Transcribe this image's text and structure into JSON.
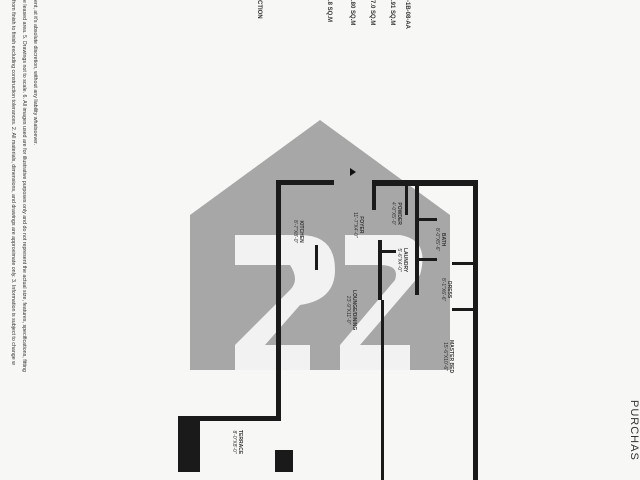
{
  "disclaimer": {
    "lines": [
      "from finish to finish excluding construction tolerances. 2. All materials, dimensions, and drawings are approximate only. 3. Information is subject to change w",
      "e leased area. 5. Drawings not to scale. 6. All images used are for illustrative purposes only and do not represent the actual size, features, specifications, fitting",
      "ent, at it's absolute discretion, without any liability whatsoever."
    ]
  },
  "header": {
    "section_label": "CTION",
    "unit_code": "-1B-08-AA",
    "areas": [
      ".80 SQ.M",
      ".8 SQ.M",
      "7.0 SQ.M",
      ".91 SQ.M"
    ],
    "purchase_label": "PURCHAS"
  },
  "rooms": [
    {
      "name": "KITCHEN",
      "dims": "8'-7\"X8'-0\""
    },
    {
      "name": "FOYER",
      "dims": "11'-7\"X4'-0\""
    },
    {
      "name": "POWDER",
      "dims": "4'-0\"X5'-0\""
    },
    {
      "name": "LAUNDRY",
      "dims": "5'-6\"X4'-0\""
    },
    {
      "name": "BATH",
      "dims": "8'-0\"X5'-6\""
    },
    {
      "name": "DRESS",
      "dims": "8'-1\"X6'-6\""
    },
    {
      "name": "LOUNGE/DINING",
      "dims": "23'-9\"X11'-0\""
    },
    {
      "name": "MASTER BED",
      "dims": "15'-6\"X10'-6\""
    },
    {
      "name": "TERRACE",
      "dims": "8'-0\"X8'-0\""
    }
  ],
  "colors": {
    "wall": "#1a1a1a",
    "watermark": "#9a9a9a",
    "paper": "#f7f7f5"
  }
}
